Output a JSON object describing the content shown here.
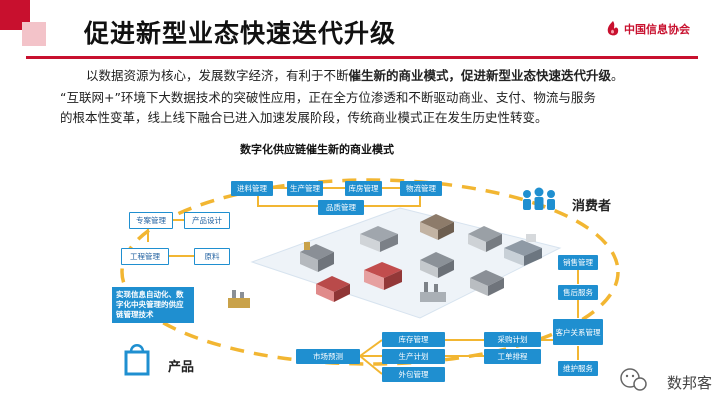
{
  "header": {
    "title": "促进新型业态快速迭代升级",
    "logo_text": "中国信息协会"
  },
  "body": {
    "p1_normal": "以数据资源为核心，发展数字经济，有利于不断",
    "p1_bold": "催生新的商业模式，促进新型业态快速迭代升级",
    "p1_end": "。",
    "p2_line1": "“互联网+”环境下大数据技术的突破性应用，正在全方位渗透和不断驱动商业、支付、物流与服务",
    "p2_line2": "的根本性变革，线上线下融合已进入加速发展阶段，传统商业模式正在发生历史性转变。"
  },
  "diagram": {
    "title": "数字化供应链催生新的商业模式",
    "boxes": {
      "jincheng": "进料管理",
      "shengchan": "生产管理",
      "kufang": "库房管理",
      "wuliu": "物流管理",
      "pinzhi": "品质管理",
      "zhuanli": "专案管理",
      "chanpin_sheji": "产品设计",
      "gongcheng": "工程管理",
      "yuanliao": "原料",
      "xiaoshou": "销售管理",
      "shouhou": "售后服务",
      "kehu": "客户关系管理",
      "weihu": "维护服务",
      "shichang": "市场预测",
      "kucun": "库存管理",
      "shengchan_jihua": "生产计划",
      "waibao": "外包管理",
      "caigou": "采购计划",
      "gongdan": "工单排程"
    },
    "note": "实现信息自动化、数字化中央管理的供应链管理技术",
    "consumer_label": "消费者",
    "product_label": "产品"
  },
  "watermark": {
    "text": "数邦客"
  },
  "colors": {
    "accent": "#c8102e",
    "box_blue": "#1f8fd0",
    "ring_yellow": "#f2b632"
  }
}
